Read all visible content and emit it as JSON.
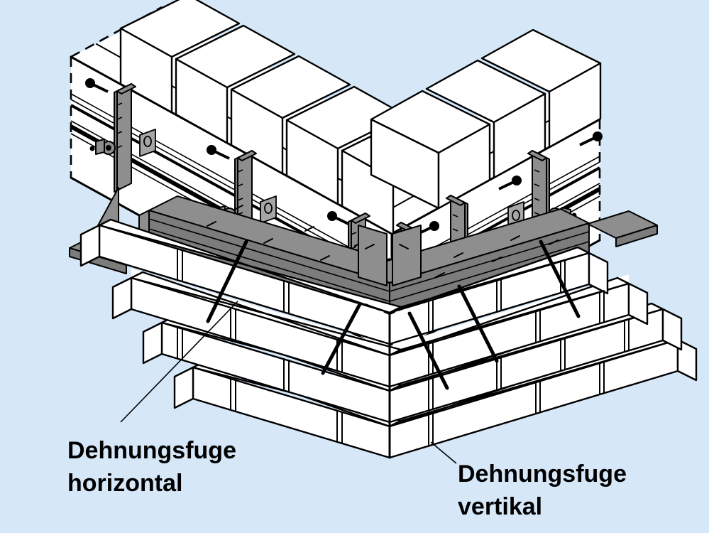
{
  "colors": {
    "sky": "#d6e7f8",
    "steel": "#8e8e8e",
    "steel-dark": "#7c7c7c",
    "steel-light": "#a6a6a6",
    "ink": "#000000",
    "surface": "#ffffff"
  },
  "diagram": {
    "labels": {
      "horizontal": {
        "line1": "Dehnungsfuge",
        "line2": "horizontal"
      },
      "vertical": {
        "line1": "Dehnungsfuge",
        "line2": "vertikal"
      }
    }
  }
}
